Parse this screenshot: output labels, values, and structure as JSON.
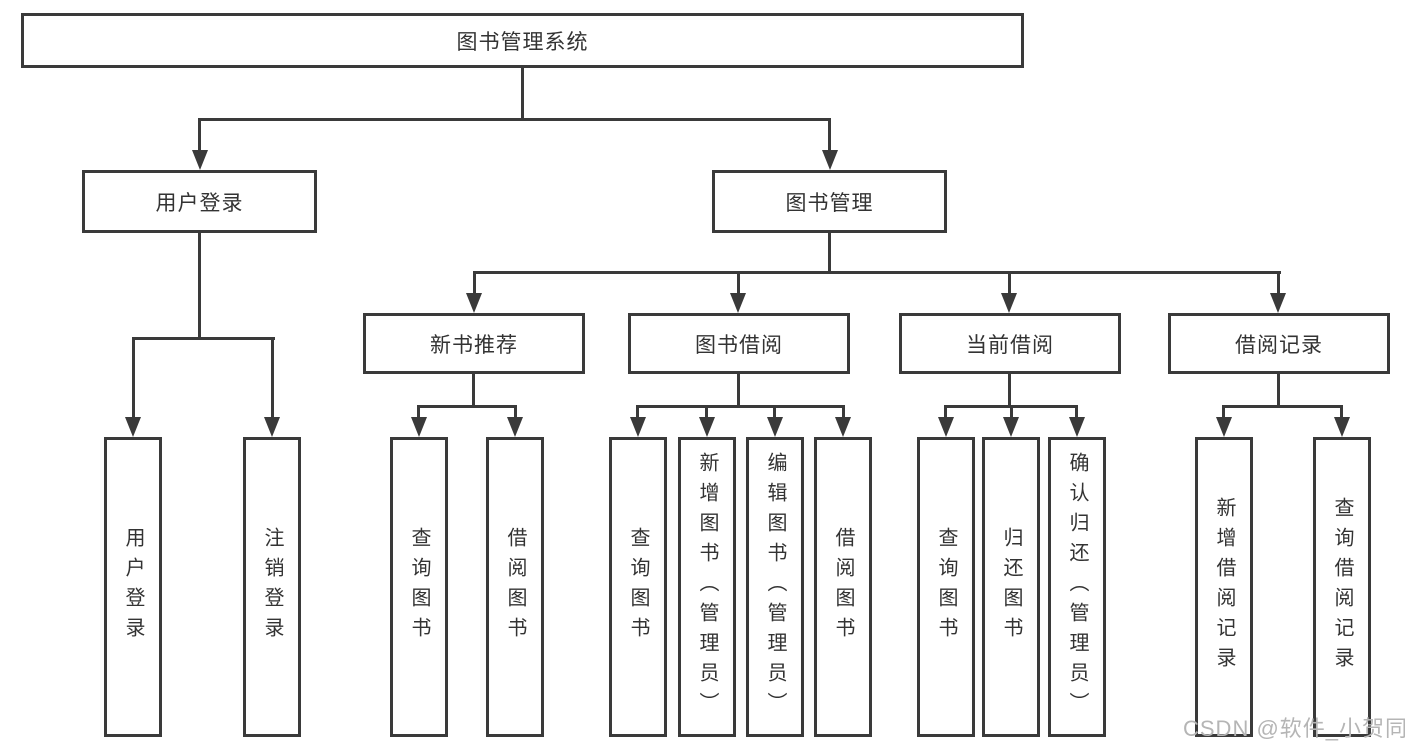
{
  "diagram": {
    "root": {
      "label": "图书管理系统"
    },
    "level2": [
      {
        "label": "用户登录"
      },
      {
        "label": "图书管理"
      }
    ],
    "level3": [
      {
        "label": "新书推荐"
      },
      {
        "label": "图书借阅"
      },
      {
        "label": "当前借阅"
      },
      {
        "label": "借阅记录"
      }
    ],
    "leaves": [
      {
        "label": "用户登录"
      },
      {
        "label": "注销登录"
      },
      {
        "label": "查询图书"
      },
      {
        "label": "借阅图书"
      },
      {
        "label": "查询图书"
      },
      {
        "label": "新增图书（管理员）"
      },
      {
        "label": "编辑图书（管理员）"
      },
      {
        "label": "借阅图书"
      },
      {
        "label": "查询图书"
      },
      {
        "label": "归还图书"
      },
      {
        "label": "确认归还（管理员）"
      },
      {
        "label": "新增借阅记录"
      },
      {
        "label": "查询借阅记录"
      }
    ]
  },
  "watermark": {
    "text": "CSDN @软件_小贺同学"
  },
  "colors": {
    "line": "#3a3a3a",
    "text": "#333333",
    "watermark": "#b5b5b5",
    "background": "#ffffff"
  }
}
